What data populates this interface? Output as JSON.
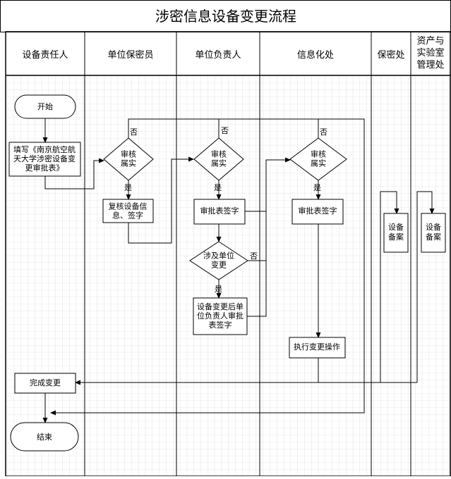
{
  "title": "涉密信息设备变更流程",
  "lanes": [
    {
      "id": "lane-1",
      "lines": [
        "设备责任人"
      ]
    },
    {
      "id": "lane-2",
      "lines": [
        "单位保密员"
      ]
    },
    {
      "id": "lane-3",
      "lines": [
        "单位负责人"
      ]
    },
    {
      "id": "lane-4",
      "lines": [
        "信息化处"
      ]
    },
    {
      "id": "lane-5",
      "lines": [
        "保密处"
      ]
    },
    {
      "id": "lane-6",
      "lines": [
        "资产与",
        "实验室",
        "管理处"
      ]
    }
  ],
  "nodes": {
    "start": [
      "开始"
    ],
    "fill_form": [
      "填写《南京航空航",
      "天大学涉密设备变",
      "更审批表》"
    ],
    "review1": [
      "审核",
      "属实"
    ],
    "recheck_sign": [
      "复核设备信",
      "息、签字"
    ],
    "review2": [
      "审核",
      "属实"
    ],
    "approve_sign1": [
      "审批表签字"
    ],
    "involve_unit": [
      "涉及单位",
      "变更"
    ],
    "post_change_sign": [
      "设备变更后单",
      "位负责人审批",
      "表签字"
    ],
    "review3": [
      "审核",
      "属实"
    ],
    "approve_sign2": [
      "审批表签字"
    ],
    "execute": [
      "执行变更操作"
    ],
    "archive_secrecy": [
      "设备",
      "备案"
    ],
    "archive_asset": [
      "设备",
      "备案"
    ],
    "complete": [
      "完成变更"
    ],
    "end": [
      "结束"
    ]
  },
  "labels": {
    "yes": "是",
    "no": "否"
  }
}
